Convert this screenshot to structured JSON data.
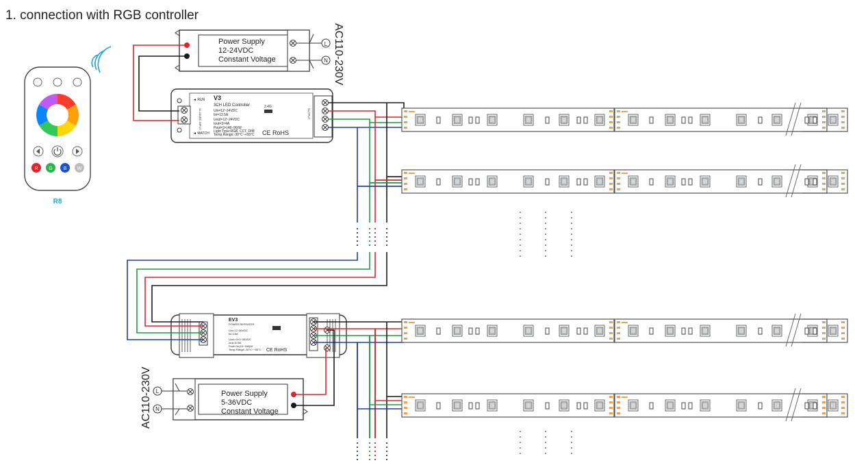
{
  "title": "1. connection with RGB controller",
  "colors": {
    "red": "#e0262b",
    "green": "#1e9a44",
    "blue": "#1f3f9e",
    "black": "#1a1a1a",
    "led_orange": "#e8a25a",
    "led_gray": "#b9b9b9"
  },
  "remote": {
    "model": "R8",
    "buttons_top": [
      "power-cycle-icon",
      "play-pause-icon",
      "save-icon"
    ],
    "buttons_mid": [
      "left-arrow-icon",
      "power-icon",
      "right-arrow-icon"
    ],
    "color_buttons": [
      "R",
      "G",
      "B",
      "W"
    ]
  },
  "psu_top": {
    "line1": "Power Supply",
    "line2": "12-24VDC",
    "line3": "Constant Voltage",
    "ac": "AC110-230V",
    "L": "L",
    "N": "N"
  },
  "controller": {
    "model": "V3",
    "name": "3CH LED Controller",
    "run": "◄ RUN",
    "match": "◄ MATCH",
    "spec1": "Uin=12~24VDC",
    "spec2": "Iin=12.5A",
    "spec3": "Uout=12~24VDC",
    "spec4": "Iout=3×4A",
    "spec5": "Pout=3×(48~96)W",
    "spec6": "Light Type:RGB, CCT, DIM",
    "spec7": "Temp.Range:-30°C~+55°C",
    "rf": "2.4G",
    "cert": "CE RoHS",
    "in_label": "12-24VDC INPUT",
    "out_label": "OUTPUT"
  },
  "repeater": {
    "model": "EV3",
    "name": "POWER REPEATER",
    "spec1": "Uin=12~36VDC",
    "spec2": "Iin=15A",
    "spec3": "Uout=3×5~36VDC",
    "spec4": "Iout=3×5A",
    "spec5": "Pout=3×(15~180)W",
    "spec6": "Temp.Range:-30°C~+55°C",
    "cert": "CE RoHS"
  },
  "psu_bottom": {
    "line1": "Power Supply",
    "line2": "5-36VDC",
    "line3": "Constant Voltage",
    "ac": "AC110-230V",
    "L": "L",
    "N": "N"
  },
  "strip_rows": 4,
  "continuation_mark": "⋮"
}
